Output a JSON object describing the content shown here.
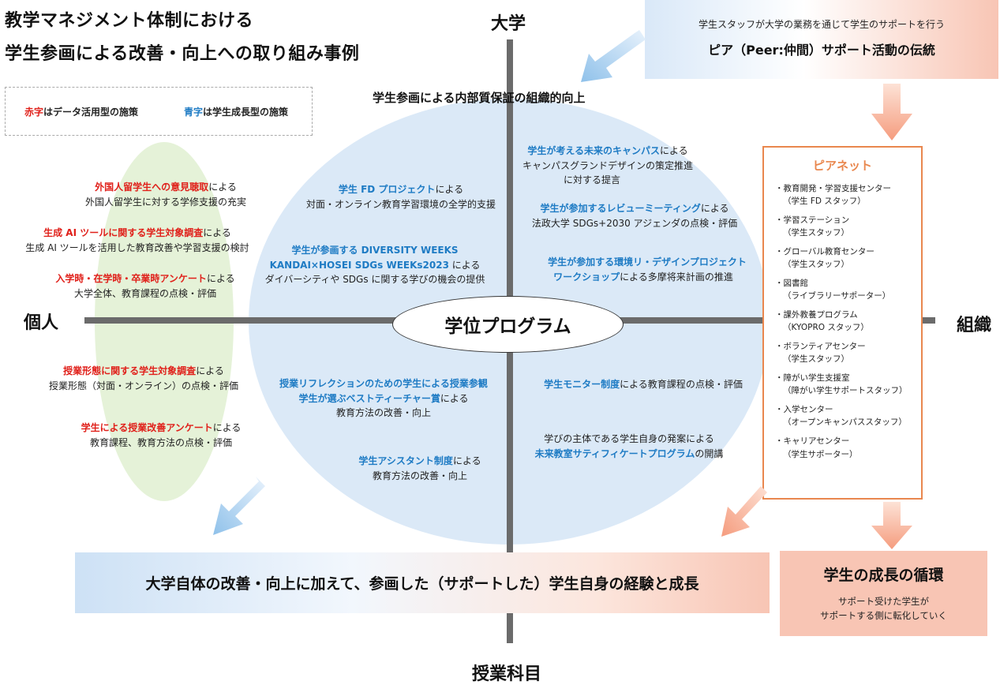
{
  "title": {
    "line1": "教学マネジメント体制における",
    "line2": "学生参画による改善・向上への取り組み事例"
  },
  "legend": {
    "red_word": "赤字",
    "red_rest": "はデータ活用型の施策",
    "blue_word": "青字",
    "blue_rest": "は学生成長型の施策"
  },
  "axes": {
    "top": "大学",
    "bottom": "授業科目",
    "left": "個人",
    "right": "組織"
  },
  "center": "学位プログラム",
  "inner_heading": "学生参画による内部質保証の組織的向上",
  "peer": {
    "sub": "学生スタッフが大学の業務を通じて学生のサポートを行う",
    "main": "ピア（Peer:仲間）サポート活動の伝統"
  },
  "peernet": {
    "title": "ピアネット",
    "items": [
      {
        "name": "・教育開発・学習支援センター",
        "sub": "（学生 FD スタッフ）"
      },
      {
        "name": "・学習ステーション",
        "sub": "（学生スタッフ）"
      },
      {
        "name": "・グローバル教育センター",
        "sub": "（学生スタッフ）"
      },
      {
        "name": "・図書館",
        "sub": "（ライブラリーサポーター）"
      },
      {
        "name": "・課外教養プログラム",
        "sub": "（KYOPRO スタッフ）"
      },
      {
        "name": "・ボランティアセンター",
        "sub": "（学生スタッフ）"
      },
      {
        "name": "・障がい学生支援室",
        "sub": "（障がい学生サポートスタッフ）"
      },
      {
        "name": "・入学センター",
        "sub": "（オープンキャンパススタッフ）"
      },
      {
        "name": "・キャリアセンター",
        "sub": "（学生サポーター）"
      }
    ]
  },
  "green": {
    "g1": {
      "hl": "外国人留学生への意見聴取",
      "rest": "による",
      "line2": "外国人留学生に対する学修支援の充実"
    },
    "g2": {
      "hl": "生成 AI ツールに関する学生対象調査",
      "rest": "による",
      "line2": "生成 AI ツールを活用した教育改善や学習支援の検討"
    },
    "g3": {
      "hl": "入学時・在学時・卒業時アンケート",
      "rest": "による",
      "line2": "大学全体、教育課程の点検・評価"
    },
    "g4": {
      "hl": "授業形態に関する学生対象調査",
      "rest": "による",
      "line2": "授業形態（対面・オンライン）の点検・評価"
    },
    "g5": {
      "hl": "学生による授業改善アンケート",
      "rest": "による",
      "line2": "教育課程、教育方法の点検・評価"
    }
  },
  "blue_items": {
    "b1": {
      "hl": "学生 FD プロジェクト",
      "rest": "による",
      "line2": "対面・オンライン教育学習環境の全学的支援"
    },
    "b2": {
      "hl1": "学生が参画する DIVERSITY WEEKS",
      "hl2": "KANDAI×HOSEI SDGs WEEKs2023",
      "rest": " による",
      "line3": "ダイバーシティや SDGs に関する学びの機会の提供"
    },
    "b3": {
      "hl": "学生が考える未来のキャンパス",
      "rest": "による",
      "line2": "キャンパスグランドデザインの策定推進",
      "line3": "に対する提言"
    },
    "b4": {
      "hl": "学生が参加するレビューミーティング",
      "rest": "による",
      "line2": "法政大学 SDGs+2030 アジェンダの点検・評価"
    },
    "b5": {
      "hl": "学生が参加する環境リ・デザインプロジェクト",
      "hl2": "ワークショップ",
      "rest": "による多摩将来計画の推進"
    },
    "b6": {
      "hl1": "授業リフレクションのための学生による授業参観",
      "hl2": "学生が選ぶベストティーチャー賞",
      "rest": "による",
      "line3": "教育方法の改善・向上"
    },
    "b7": {
      "hl": "学生アシスタント制度",
      "rest": "による",
      "line2": "教育方法の改善・向上"
    },
    "b8": {
      "hl": "学生モニター制度",
      "rest": "による教育課程の点検・評価"
    },
    "b9": {
      "line1": "学びの主体である学生自身の発案による",
      "hl": "未来教室サティフィケートプログラム",
      "rest": "の開講"
    }
  },
  "bottom_banner": "大学自体の改善・向上に加えて、参画した（サポートした）学生自身の経験と成長",
  "growth": {
    "main": "学生の成長の循環",
    "sub1": "サポート受けた学生が",
    "sub2": "サポートする側に転化していく"
  },
  "colors": {
    "red": "#e0201a",
    "blue": "#1e7bc4",
    "orange": "#e9874e",
    "light_blue": "#dbe9f7",
    "light_green": "#e5f2d8",
    "salmon": "#f8c5b4"
  }
}
